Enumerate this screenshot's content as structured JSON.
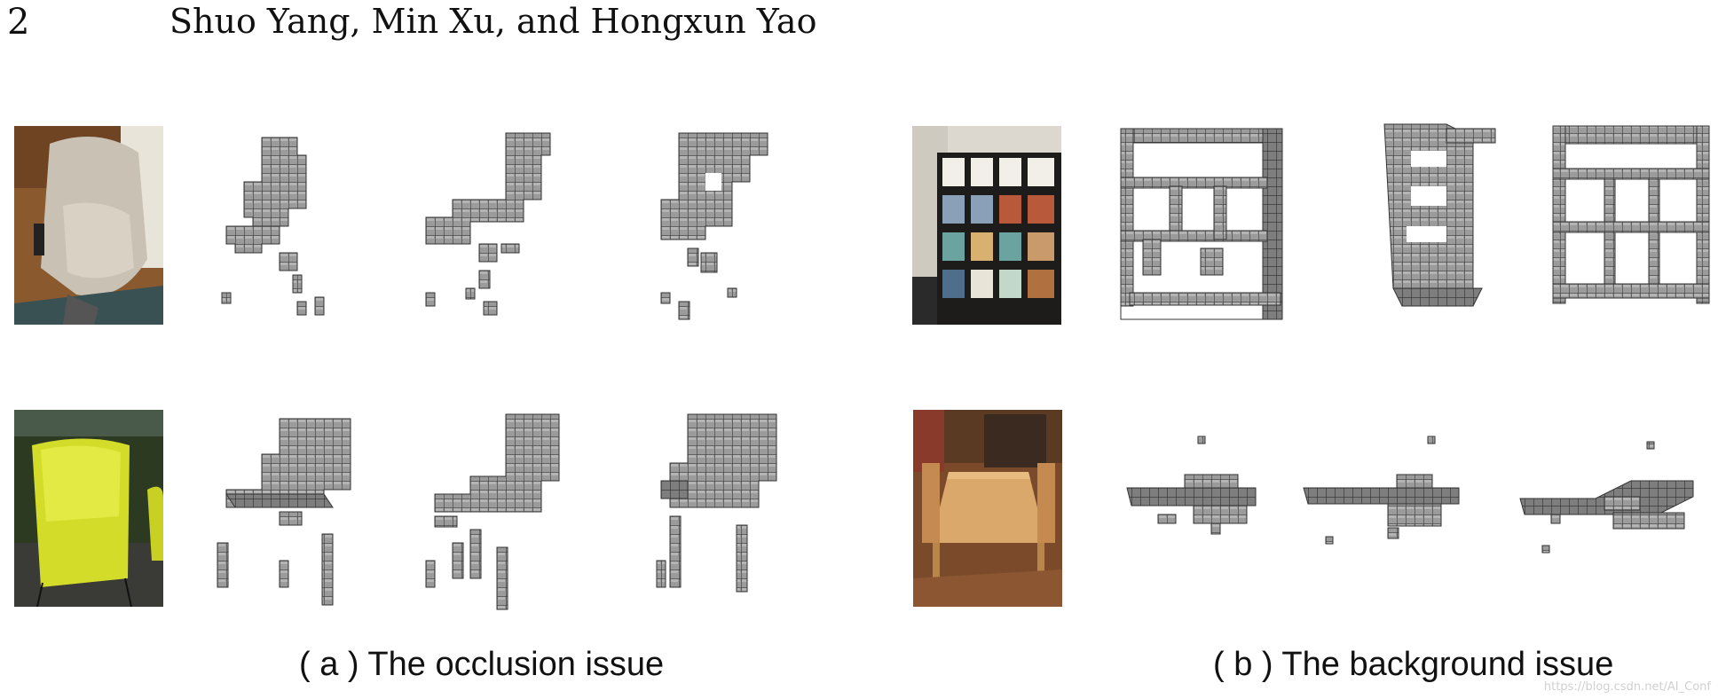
{
  "header": {
    "page_number": "2",
    "authors": "Shuo Yang, Min Xu, and Hongxun Yao"
  },
  "figure": {
    "panels": [
      {
        "id": "a",
        "caption": "( a ) The occlusion issue",
        "input_photos": [
          "chair-photo-beige",
          "chair-photo-yellow"
        ]
      },
      {
        "id": "b",
        "caption": "( b ) The background issue",
        "input_photos": [
          "bookcase-photo",
          "dining-table-photo"
        ]
      }
    ],
    "voxel_color": "#9b9b9b",
    "voxel_edge_color": "#3c3c3c"
  },
  "watermark": "https://blog.csdn.net/AI_Conf"
}
